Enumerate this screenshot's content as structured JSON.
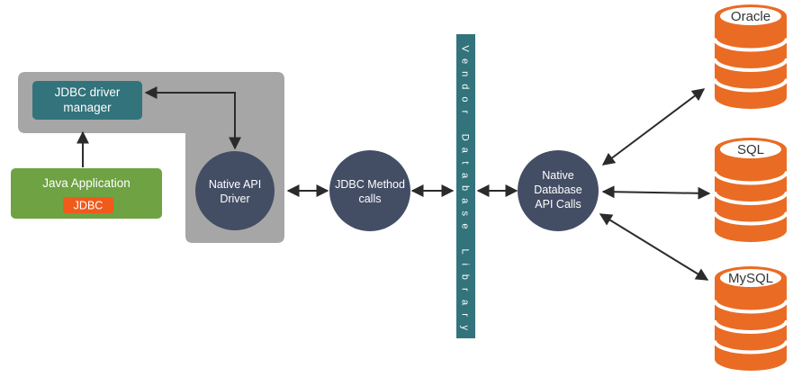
{
  "colors": {
    "background": "#ffffff",
    "gray_panel": "#a6a6a6",
    "teal": "#32737c",
    "green": "#6ea243",
    "orange": "#f05a1a",
    "navy": "#434e65",
    "db_orange": "#ea6b23",
    "arrow": "#2b2b2b"
  },
  "icons": {
    "database": "database-cylinder-icon"
  },
  "driver_manager": {
    "label_line1": "JDBC driver",
    "label_line2": "manager"
  },
  "java_app": {
    "label": "Java Application",
    "badge": "JDBC"
  },
  "native_api_driver": {
    "line1": "Native API",
    "line2": "Driver"
  },
  "jdbc_method_calls": {
    "line1": "JDBC Method",
    "line2": "calls"
  },
  "vendor_library": {
    "letters": [
      "V",
      "e",
      "n",
      "d",
      "o",
      "r",
      "",
      "D",
      "a",
      "t",
      "a",
      "b",
      "a",
      "s",
      "e",
      "",
      "L",
      "i",
      "b",
      "r",
      "a",
      "r",
      "y"
    ]
  },
  "native_db_api": {
    "line1": "Native",
    "line2": "Database",
    "line3": "API Calls"
  },
  "databases": [
    {
      "label": "Oracle"
    },
    {
      "label": "SQL"
    },
    {
      "label": "MySQL"
    }
  ]
}
